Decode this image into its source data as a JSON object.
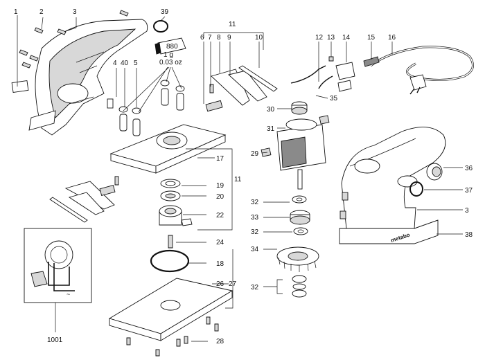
{
  "callouts": [
    "1",
    "2",
    "3",
    "39",
    "11",
    "6",
    "7",
    "8",
    "9",
    "10",
    "12",
    "13",
    "14",
    "15",
    "16",
    "4",
    "40",
    "5",
    "30",
    "35",
    "31",
    "29",
    "17",
    "11",
    "19",
    "20",
    "22",
    "24",
    "18",
    "26",
    "27",
    "28",
    "32",
    "33",
    "32",
    "34",
    "32",
    "36",
    "37",
    "3",
    "38",
    "1001"
  ],
  "tube_label": "880",
  "grease_amount": "1 g",
  "grease_amount_oz": "0.03 oz",
  "brand_logo": "metabo"
}
